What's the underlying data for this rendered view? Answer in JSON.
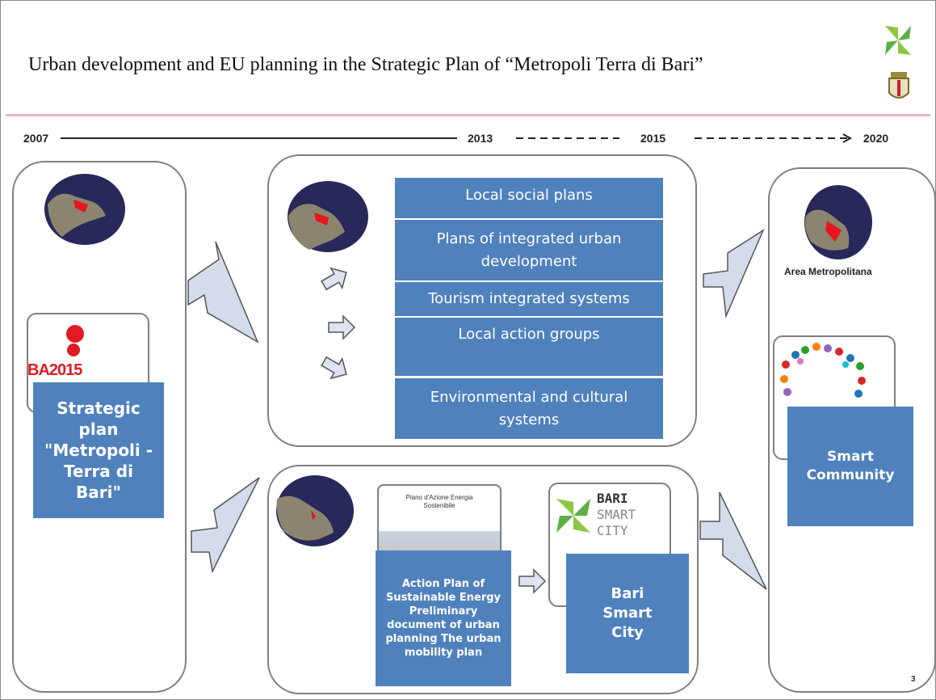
{
  "title": "Urban development and EU planning in the Strategic Plan of “Metropoli Terra di Bari”",
  "timeline": {
    "y2007": "2007",
    "y2013": "2013",
    "y2015": "2015",
    "y2020": "2020"
  },
  "left_panel": {
    "ba_logo": "BA2015",
    "strategic_plan": "Strategic plan \"Metropoli - Terra di Bari\""
  },
  "middle_top": {
    "items": [
      "Local social plans",
      "Plans of integrated urban development",
      "Tourism integrated systems",
      "Local action groups",
      "Environmental and cultural systems"
    ]
  },
  "middle_bottom": {
    "doc_thumb_title": "Piano d'Azione Energia Sostenibile",
    "action_plan": "Action Plan of Sustainable Energy Preliminary document of urban planning The urban mobility plan",
    "smart_logo": [
      "BARI",
      "SMART",
      "CITY"
    ],
    "bari_smart_city": "Bari Smart City"
  },
  "right_panel": {
    "area_label": "Area Metropolitana",
    "smart_community": "Smart Community",
    "page_number": "3"
  },
  "colors": {
    "box_blue": "#4f81bd",
    "arrow_fill": "#d4dbea",
    "title_rule": "#e8b3b8"
  }
}
